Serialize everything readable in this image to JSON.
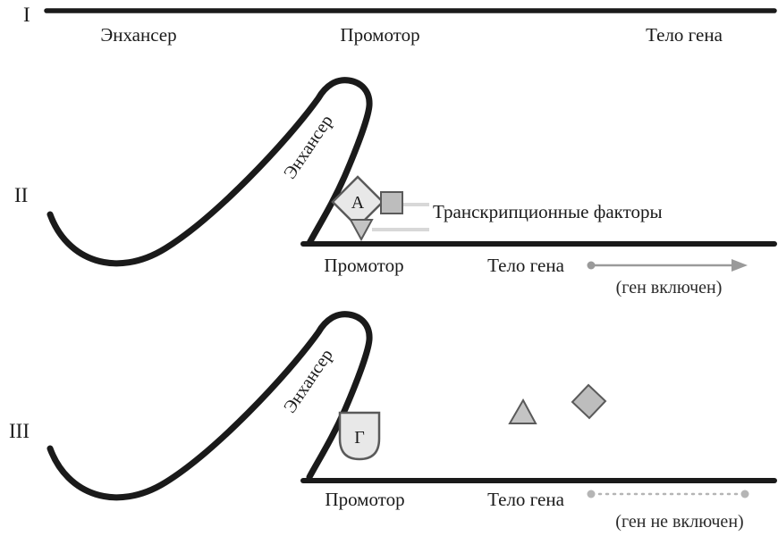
{
  "panel1": {
    "numeral": "I",
    "enhancer_label": "Энхансер",
    "promoter_label": "Промотор",
    "gene_body_label": "Тело гена"
  },
  "panel2": {
    "numeral": "II",
    "enhancer_loop_label": "Энхансер",
    "factor_a_letter": "А",
    "tf_label": "Транскрипционные факторы",
    "promoter_label": "Промотор",
    "gene_body_label": "Тело гена",
    "status": "(ген включен)"
  },
  "panel3": {
    "numeral": "III",
    "enhancer_loop_label": "Энхансер",
    "factor_g_letter": "Г",
    "promoter_label": "Промотор",
    "gene_body_label": "Тело гена",
    "status": "(ген не включен)"
  },
  "colors": {
    "dna_line": "#1a1a1a",
    "factor_fill_light": "#e8e8e8",
    "factor_fill_mid": "#bdbdbd",
    "factor_stroke": "#5a5a5a",
    "arrow_gray": "#9a9a9a",
    "dotted_gray": "#b5b5b5",
    "connector_gray": "#d8d8d8"
  }
}
